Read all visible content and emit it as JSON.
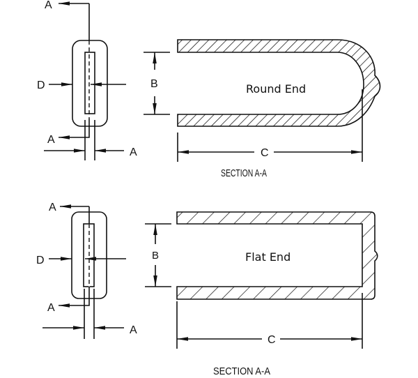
{
  "diagram": {
    "top": {
      "end_label": "Round End",
      "section_title": "SECTION A-A",
      "dims": {
        "b": "B",
        "c": "C",
        "d": "D",
        "a_top": "A",
        "a_bottom": "A",
        "a_right": "A"
      }
    },
    "bottom": {
      "end_label": "Flat End",
      "section_title": "SECTION A-A",
      "dims": {
        "b": "B",
        "c": "C",
        "d": "D",
        "a_top": "A",
        "a_bottom": "A",
        "a_right": "A"
      }
    },
    "colors": {
      "line": "#111111",
      "background": "#ffffff"
    }
  }
}
